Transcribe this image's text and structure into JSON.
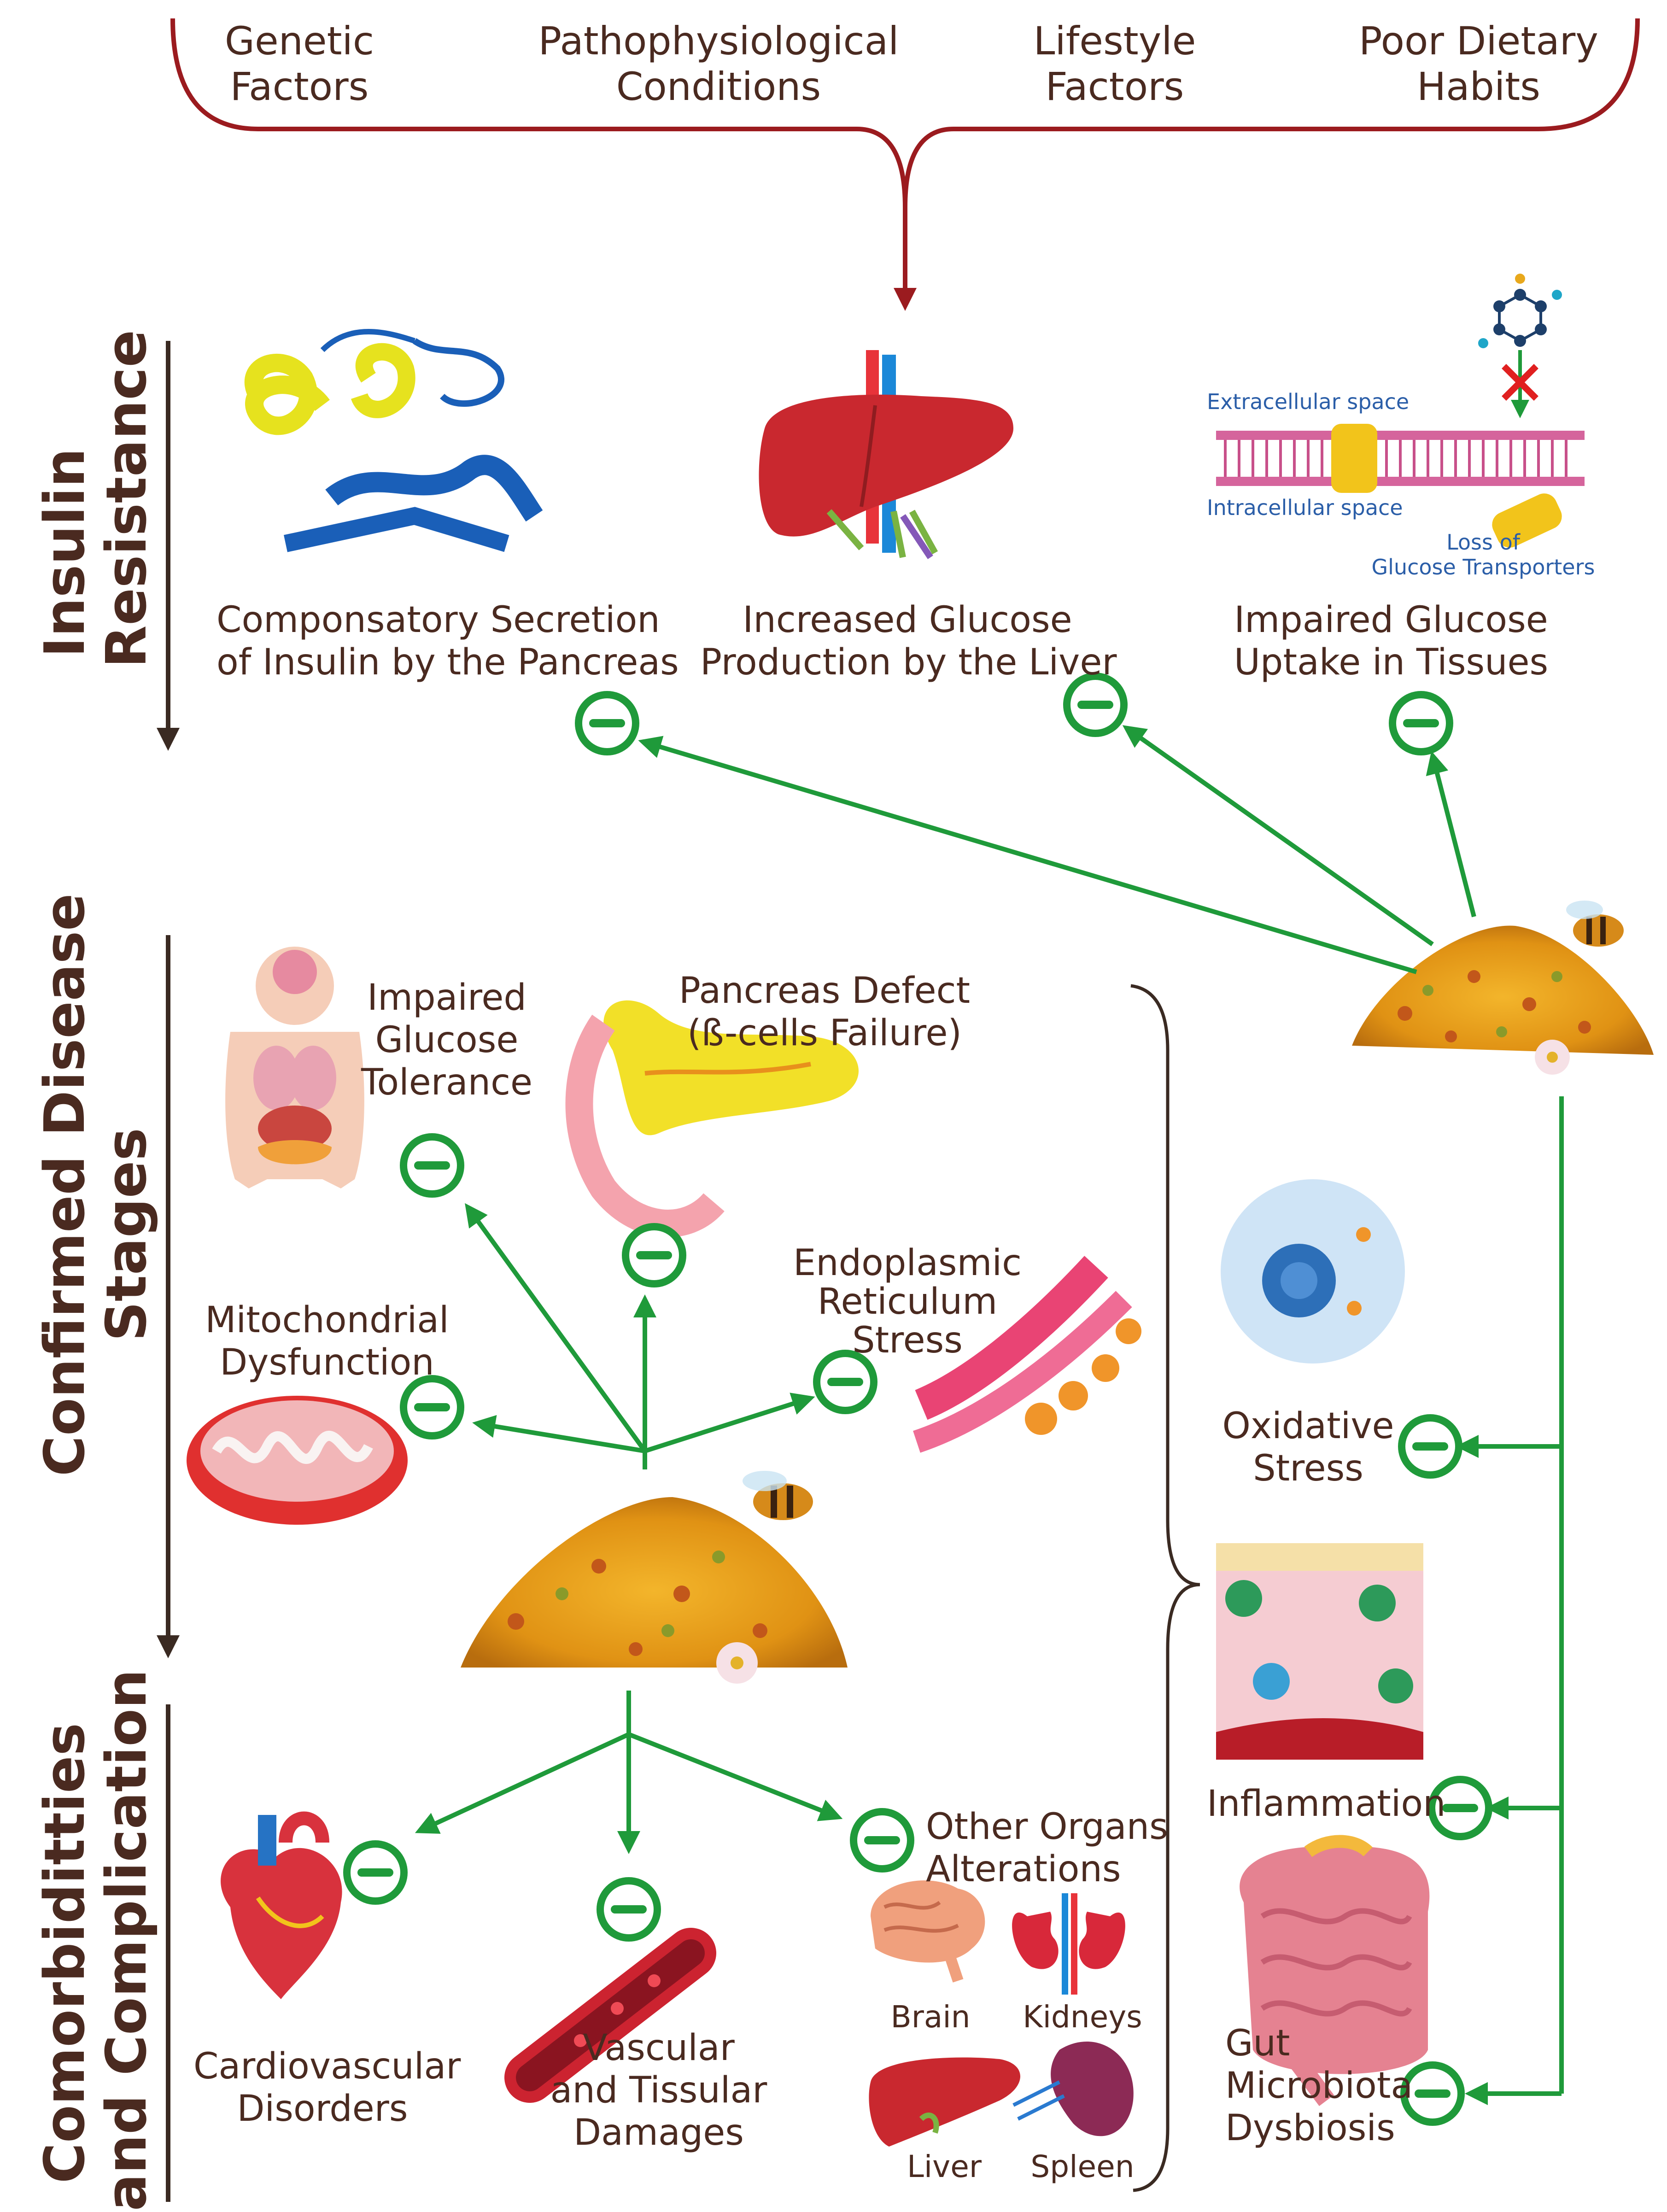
{
  "causes": [
    {
      "line1": "Genetic",
      "line2": "Factors"
    },
    {
      "line1": "Pathophysiological",
      "line2": "Conditions"
    },
    {
      "line1": "Lifestyle",
      "line2": "Factors"
    },
    {
      "line1": "Poor Dietary",
      "line2": "Habits"
    }
  ],
  "stages": [
    {
      "line1": "Insulin",
      "line2": "Resistance"
    },
    {
      "line1": "Confirmed Disease",
      "line2": "Stages"
    },
    {
      "line1": "Comorbiditties",
      "line2": "and Complication"
    }
  ],
  "insulin_resistance": {
    "pancreas": {
      "line1": "Componsatory Secretion",
      "line2": "of Insulin by the Pancreas"
    },
    "liver": {
      "line1": "Increased Glucose",
      "line2": "Production by the Liver"
    },
    "uptake": {
      "line1": "Impaired Glucose",
      "line2": "Uptake in Tissues"
    },
    "membrane": {
      "extracellular": "Extracellular space",
      "intracellular": "Intracellular space",
      "loss_line1": "Loss of",
      "loss_line2": "Glucose Transporters"
    }
  },
  "disease_stages": {
    "glucose_tolerance": {
      "line1": "Impaired",
      "line2": "Glucose",
      "line3": "Tolerance"
    },
    "pancreas_defect": {
      "line1": "Pancreas Defect",
      "line2": "(ß-cells Failure)"
    },
    "mitochondrial": {
      "line1": "Mitochondrial",
      "line2": "Dysfunction"
    },
    "er_stress": {
      "line1": "Endoplasmic",
      "line2": "Reticulum",
      "line3": "Stress"
    }
  },
  "systemic": {
    "oxidative": {
      "line1": "Oxidative",
      "line2": "Stress"
    },
    "inflammation": {
      "line1": "Inflammation"
    },
    "gut": {
      "line1": "Gut",
      "line2": "Microbiota",
      "line3": "Dysbiosis"
    }
  },
  "complications": {
    "cardio": {
      "line1": "Cardiovascular",
      "line2": "Disorders"
    },
    "vascular": {
      "line1": "Vascular",
      "line2": "and Tissular",
      "line3": "Damages"
    },
    "other": {
      "line1": "Other Organs",
      "line2": "Alterations"
    },
    "organs": {
      "brain": "Brain",
      "kidneys": "Kidneys",
      "liver": "Liver",
      "spleen": "Spleen"
    }
  },
  "colors": {
    "bracket": "#9b1b1f",
    "inhibit": "#1f9a3a",
    "text": "#4a2a20",
    "timeline": "#3a2a22",
    "pollen": "#e3a21c"
  },
  "icons": [
    "protein-icon",
    "liver-icon",
    "glucose-molecule-icon",
    "cell-membrane-icon",
    "bee-pollen-icon",
    "bee-icon",
    "flower-icon",
    "human-body-icon",
    "pancreas-icon",
    "mitochondria-icon",
    "endoplasmic-reticulum-icon",
    "cell-icon",
    "inflamed-tissue-icon",
    "intestine-icon",
    "heart-icon",
    "blood-vessel-icon",
    "brain-icon",
    "kidneys-icon",
    "spleen-icon",
    "inhibition-icon"
  ]
}
